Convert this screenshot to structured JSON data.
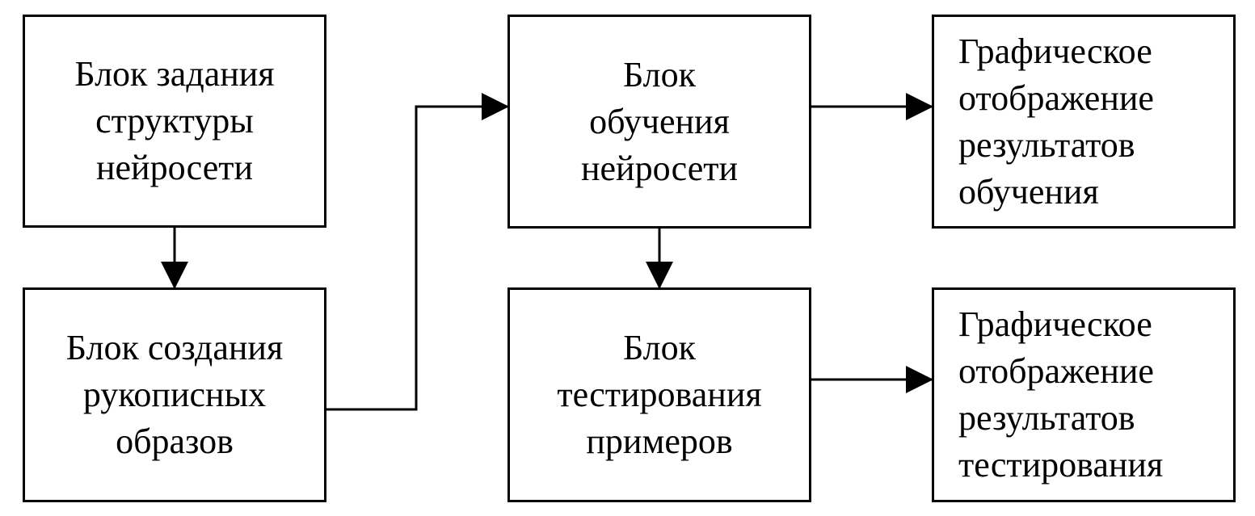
{
  "diagram": {
    "nodes": {
      "structure": [
        "Блок задания",
        "структуры",
        "нейросети"
      ],
      "samples": [
        "Блок создания",
        "рукописных",
        "образов"
      ],
      "training": [
        "Блок",
        "обучения",
        "нейросети"
      ],
      "testing": [
        "Блок",
        "тестирования",
        "примеров"
      ],
      "training_results": [
        "Графическое",
        "отображение",
        "результатов",
        "обучения"
      ],
      "testing_results": [
        "Графическое",
        "отображение",
        "результатов",
        "тестирования"
      ]
    },
    "edges": [
      {
        "from": "structure",
        "to": "samples"
      },
      {
        "from": "samples",
        "to": "training"
      },
      {
        "from": "training",
        "to": "testing"
      },
      {
        "from": "training",
        "to": "training_results"
      },
      {
        "from": "testing",
        "to": "testing_results"
      }
    ],
    "colors": {
      "stroke": "#000000",
      "background": "#ffffff"
    }
  }
}
